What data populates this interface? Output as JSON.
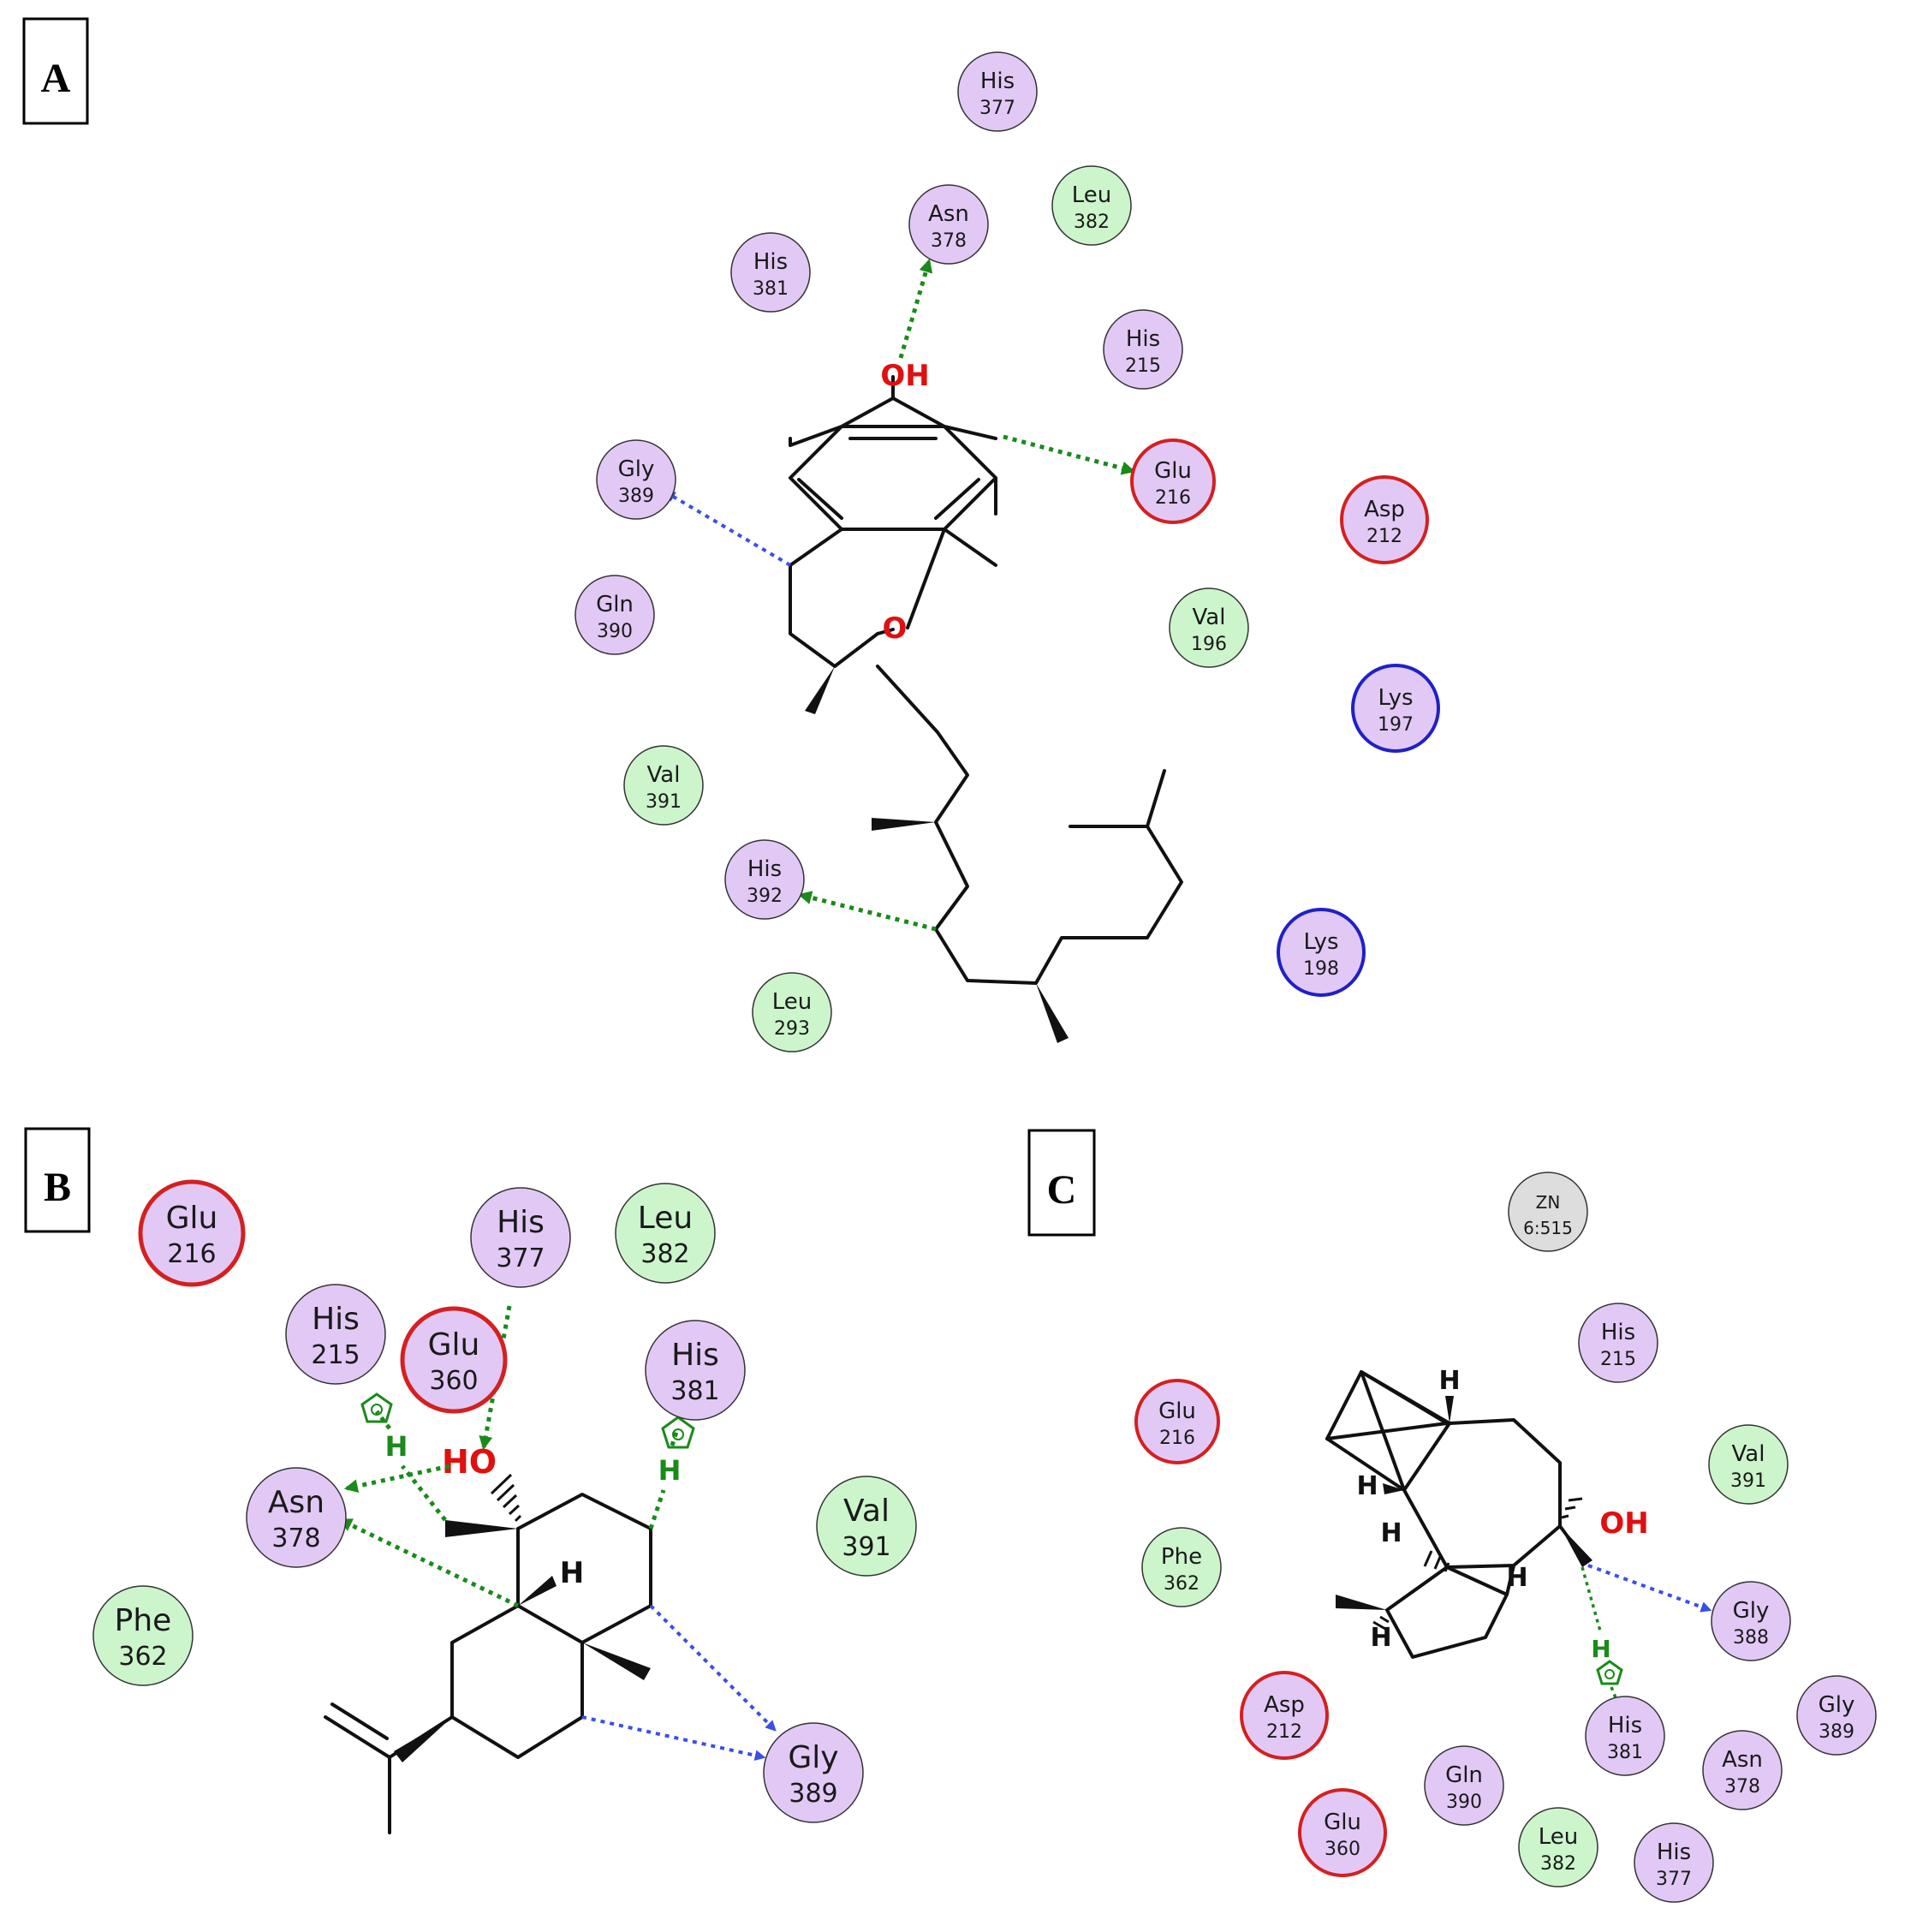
{
  "panels": {
    "A": {
      "label": "A",
      "residues": [
        {
          "id": "A-his-377",
          "name": "His",
          "num": "377",
          "type": "polar"
        },
        {
          "id": "A-asn-378",
          "name": "Asn",
          "num": "378",
          "type": "polar"
        },
        {
          "id": "A-leu-382",
          "name": "Leu",
          "num": "382",
          "type": "hydrophobic"
        },
        {
          "id": "A-his-381",
          "name": "His",
          "num": "381",
          "type": "polar"
        },
        {
          "id": "A-his-215",
          "name": "His",
          "num": "215",
          "type": "polar"
        },
        {
          "id": "A-gly-389",
          "name": "Gly",
          "num": "389",
          "type": "polar"
        },
        {
          "id": "A-glu-216",
          "name": "Glu",
          "num": "216",
          "type": "acidic"
        },
        {
          "id": "A-asp-212",
          "name": "Asp",
          "num": "212",
          "type": "acidic"
        },
        {
          "id": "A-gln-390",
          "name": "Gln",
          "num": "390",
          "type": "polar"
        },
        {
          "id": "A-val-196",
          "name": "Val",
          "num": "196",
          "type": "hydrophobic"
        },
        {
          "id": "A-lys-197",
          "name": "Lys",
          "num": "197",
          "type": "basic"
        },
        {
          "id": "A-val-391",
          "name": "Val",
          "num": "391",
          "type": "hydrophobic"
        },
        {
          "id": "A-his-392",
          "name": "His",
          "num": "392",
          "type": "polar"
        },
        {
          "id": "A-lys-198",
          "name": "Lys",
          "num": "198",
          "type": "basic"
        },
        {
          "id": "A-leu-293",
          "name": "Leu",
          "num": "293",
          "type": "hydrophobic"
        }
      ],
      "atoms": {
        "oh": "OH",
        "o": "O"
      }
    },
    "B": {
      "label": "B",
      "residues": [
        {
          "id": "B-glu-216",
          "name": "Glu",
          "num": "216",
          "type": "acidic"
        },
        {
          "id": "B-his-377",
          "name": "His",
          "num": "377",
          "type": "polar"
        },
        {
          "id": "B-leu-382",
          "name": "Leu",
          "num": "382",
          "type": "hydrophobic"
        },
        {
          "id": "B-his-215",
          "name": "His",
          "num": "215",
          "type": "polar"
        },
        {
          "id": "B-glu-360",
          "name": "Glu",
          "num": "360",
          "type": "acidic"
        },
        {
          "id": "B-his-381",
          "name": "His",
          "num": "381",
          "type": "polar"
        },
        {
          "id": "B-asn-378",
          "name": "Asn",
          "num": "378",
          "type": "polar"
        },
        {
          "id": "B-val-391",
          "name": "Val",
          "num": "391",
          "type": "hydrophobic"
        },
        {
          "id": "B-phe-362",
          "name": "Phe",
          "num": "362",
          "type": "hydrophobic"
        },
        {
          "id": "B-gly-389",
          "name": "Gly",
          "num": "389",
          "type": "polar"
        }
      ],
      "atoms": {
        "ho": "HO",
        "h_ring": "H",
        "h_pi1": "H",
        "h_pi2": "H"
      }
    },
    "C": {
      "label": "C",
      "residues": [
        {
          "id": "C-zn",
          "name": "ZN",
          "num": "6:515",
          "type": "metal"
        },
        {
          "id": "C-his-215",
          "name": "His",
          "num": "215",
          "type": "polar"
        },
        {
          "id": "C-glu-216",
          "name": "Glu",
          "num": "216",
          "type": "acidic"
        },
        {
          "id": "C-val-391",
          "name": "Val",
          "num": "391",
          "type": "hydrophobic"
        },
        {
          "id": "C-phe-362",
          "name": "Phe",
          "num": "362",
          "type": "hydrophobic"
        },
        {
          "id": "C-gly-388",
          "name": "Gly",
          "num": "388",
          "type": "polar"
        },
        {
          "id": "C-asp-212",
          "name": "Asp",
          "num": "212",
          "type": "acidic"
        },
        {
          "id": "C-his-381",
          "name": "His",
          "num": "381",
          "type": "polar"
        },
        {
          "id": "C-gly-389",
          "name": "Gly",
          "num": "389",
          "type": "polar"
        },
        {
          "id": "C-asn-378",
          "name": "Asn",
          "num": "378",
          "type": "polar"
        },
        {
          "id": "C-gln-390",
          "name": "Gln",
          "num": "390",
          "type": "polar"
        },
        {
          "id": "C-glu-360",
          "name": "Glu",
          "num": "360",
          "type": "acidic"
        },
        {
          "id": "C-leu-382",
          "name": "Leu",
          "num": "382",
          "type": "hydrophobic"
        },
        {
          "id": "C-his-377",
          "name": "His",
          "num": "377",
          "type": "polar"
        }
      ],
      "atoms": {
        "oh": "OH",
        "h1": "H",
        "h2": "H",
        "h3": "H",
        "h4": "H",
        "h5": "H",
        "h_pi": "H"
      }
    }
  },
  "colors": {
    "polar_fill": "#e2c9f5",
    "hydrophobic_fill": "#ccf5cc",
    "metal_fill": "#dddddd",
    "acidic_ring": "#d42020",
    "basic_ring": "#2020c8",
    "default_ring": "#333333",
    "hbond_green": "#1a8a1a",
    "hbond_blue": "#3a4ee8",
    "heteroatom": "#e01010"
  }
}
